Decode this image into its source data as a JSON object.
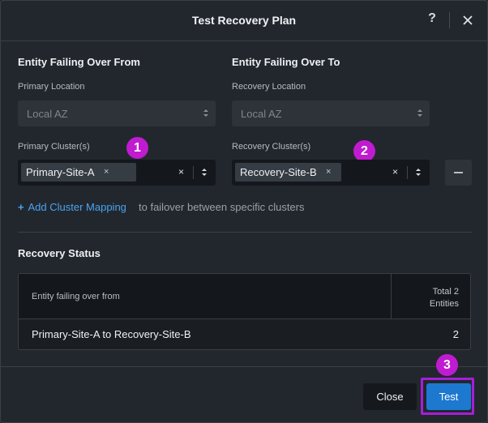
{
  "dialog": {
    "title": "Test Recovery Plan",
    "help_label": "?",
    "close_icon": "close-icon"
  },
  "from": {
    "heading": "Entity Failing Over From",
    "location_label": "Primary Location",
    "location_value": "Local AZ",
    "cluster_label": "Primary Cluster(s)",
    "cluster_chip": "Primary-Site-A",
    "chip_remove": "×",
    "clear": "×"
  },
  "to": {
    "heading": "Entity Failing Over To",
    "location_label": "Recovery Location",
    "location_value": "Local AZ",
    "cluster_label": "Recovery Cluster(s)",
    "cluster_chip": "Recovery-Site-B",
    "chip_remove": "×",
    "clear": "×"
  },
  "badges": {
    "one": "1",
    "two": "2",
    "three": "3"
  },
  "mapping": {
    "add_plus": "+",
    "add_label": "Add Cluster Mapping",
    "note": "to failover between specific clusters"
  },
  "status": {
    "title": "Recovery Status",
    "columns": {
      "left": "Entity failing over from",
      "right_line1": "Total 2",
      "right_line2": "Entities"
    },
    "rows": [
      {
        "entity": "Primary-Site-A to Recovery-Site-B",
        "count": "2"
      }
    ]
  },
  "footer": {
    "close_label": "Close",
    "test_label": "Test"
  },
  "colors": {
    "background": "#22272e",
    "accent_blue": "#1d78cf",
    "link_blue": "#4aa3ee",
    "badge_magenta": "#c01bd0"
  }
}
